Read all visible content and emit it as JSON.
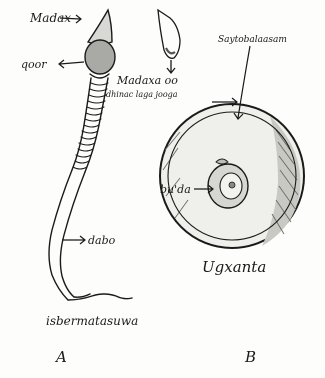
{
  "labels": {
    "head": "Madax",
    "neck": "qoor",
    "head_variant_line1": "Madaxa oo",
    "head_variant_line2": "dhinac laga jooga",
    "tail": "dabo",
    "sperm_caption": "isbermatasuwa",
    "cytoplasm": "Saytobalaasam",
    "nucleus": "bu'da",
    "egg_caption": "Ugxanta",
    "panel_a": "A",
    "panel_b": "B"
  }
}
